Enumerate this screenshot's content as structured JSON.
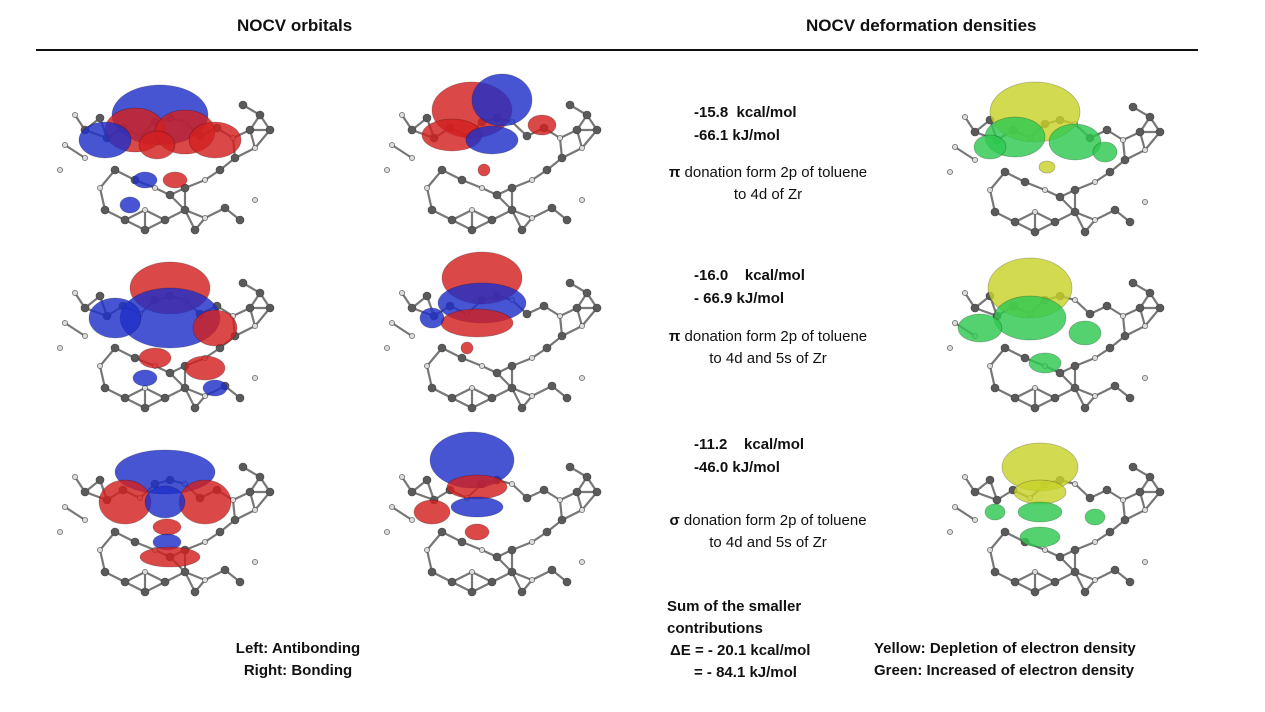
{
  "headers": {
    "left": "NOCV orbitals",
    "right": "NOCV deformation densities"
  },
  "rows": [
    {
      "energy_kcal": "-15.8  kcal/mol",
      "energy_kj": "-66.1 kJ/mol",
      "symbol": "π",
      "desc_line1": " donation form 2p of toluene",
      "desc_line2": "to 4d of Zr"
    },
    {
      "energy_kcal": "-16.0    kcal/mol",
      "energy_kj": "- 66.9 kJ/mol",
      "symbol": "π",
      "desc_line1": " donation form 2p of toluene",
      "desc_line2": "to 4d and 5s of Zr"
    },
    {
      "energy_kcal": "-11.2    kcal/mol",
      "energy_kj": "-46.0 kJ/mol",
      "symbol": "σ",
      "desc_line1": " donation form 2p of toluene",
      "desc_line2": "to 4d and 5s of Zr"
    }
  ],
  "sum": {
    "line1": "Sum of the smaller",
    "line2": "contributions",
    "line3": "ΔE = - 20.1 kcal/mol",
    "line4": "= - 84.1 kJ/mol"
  },
  "legend_orbitals": {
    "line1": "Left: Antibonding",
    "line2": "Right: Bonding"
  },
  "legend_density": {
    "line1": "Yellow: Depletion of electron density",
    "line2": "Green: Increased of electron density"
  },
  "colors": {
    "orbital_positive": "#d22020",
    "orbital_negative": "#2030c8",
    "density_depletion": "#c8d22a",
    "density_increase": "#2ec850",
    "atom_carbon": "#5a5a5a",
    "atom_hydrogen": "#dcdcdc"
  }
}
